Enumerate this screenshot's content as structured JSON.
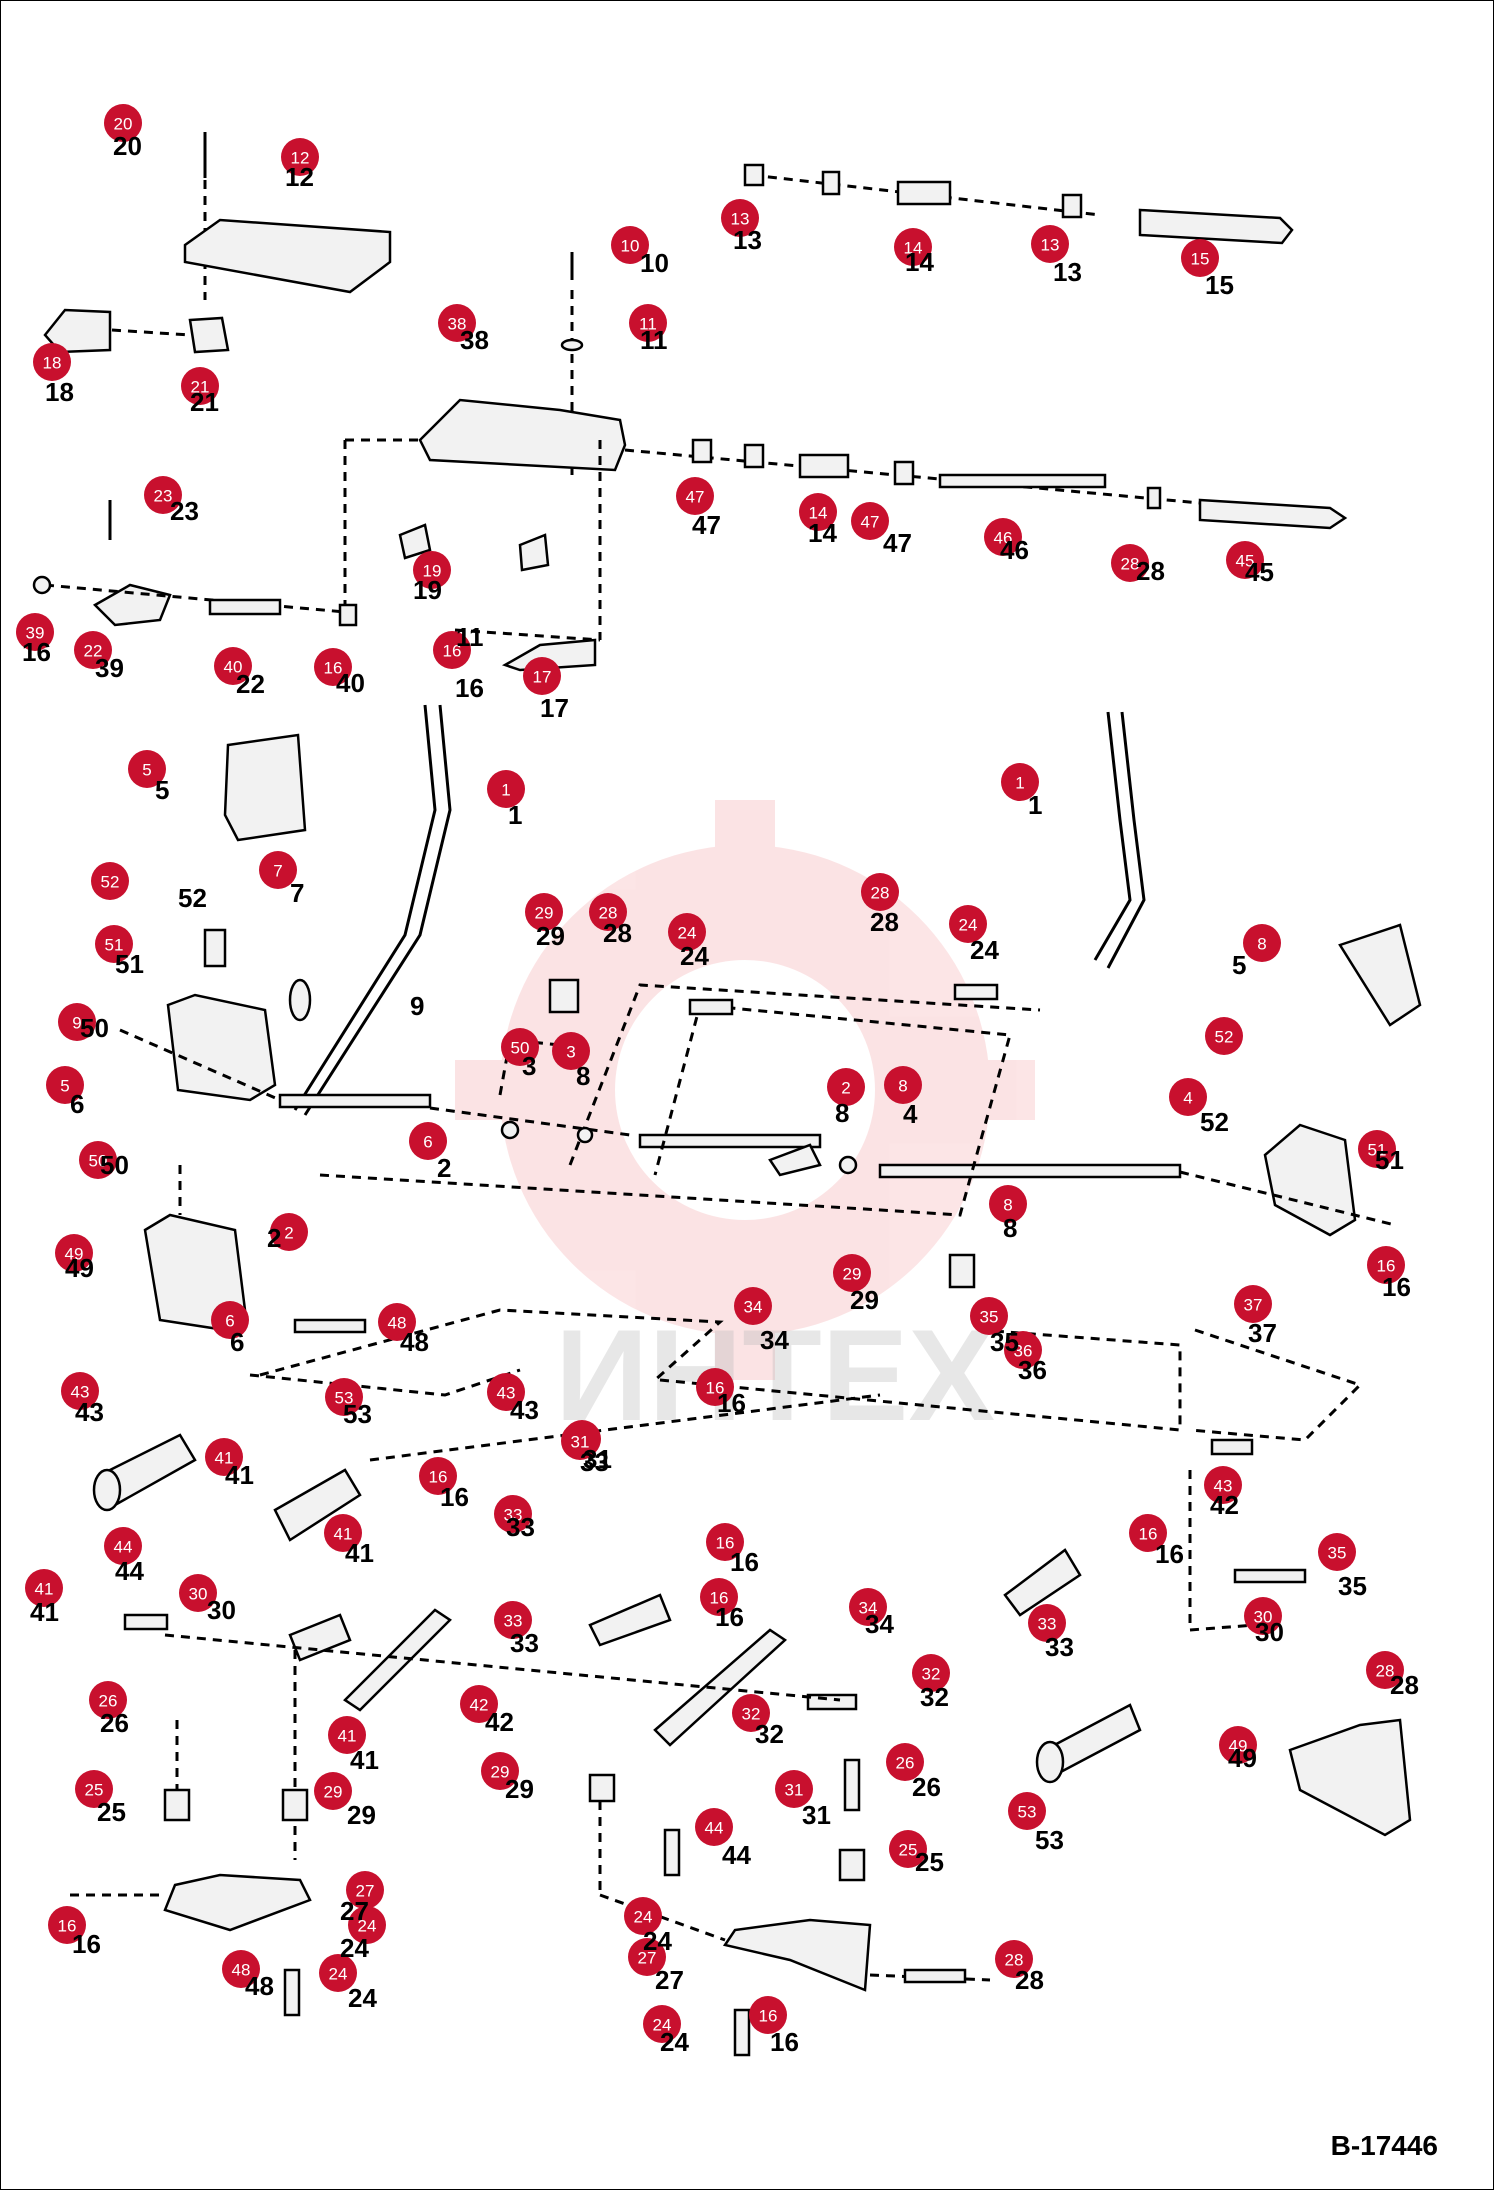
{
  "figure_code": "B-17446",
  "watermark": {
    "text": "ИНТЕХ",
    "color": "#e8333a"
  },
  "colors": {
    "bubble": "#c8102e",
    "bubble_text": "#ffffff",
    "line": "#000000"
  },
  "callouts": [
    "20",
    "12",
    "13",
    "14",
    "13",
    "15",
    "10",
    "11",
    "38",
    "18",
    "21",
    "23",
    "47",
    "14",
    "47",
    "46",
    "28",
    "45",
    "19",
    "16",
    "39",
    "22",
    "40",
    "16",
    "17",
    "5",
    "1",
    "1",
    "7",
    "52",
    "29",
    "28",
    "24",
    "28",
    "24",
    "51",
    "9",
    "50",
    "3",
    "8",
    "5",
    "52",
    "6",
    "2",
    "8",
    "4",
    "51",
    "50",
    "2",
    "8",
    "49",
    "16",
    "29",
    "6",
    "48",
    "37",
    "34",
    "35",
    "16",
    "36",
    "43",
    "43",
    "53",
    "33",
    "41",
    "31",
    "44",
    "43",
    "16",
    "33",
    "16",
    "16",
    "41",
    "30",
    "16",
    "41",
    "35",
    "33",
    "30",
    "34",
    "33",
    "42",
    "32",
    "41",
    "32",
    "26",
    "29",
    "31",
    "29",
    "26",
    "25",
    "44",
    "25",
    "27",
    "53",
    "24",
    "28",
    "49",
    "48",
    "16",
    "24",
    "27",
    "28",
    "24",
    "24",
    "16"
  ],
  "labels": [
    "20",
    "12",
    "13",
    "14",
    "13",
    "15",
    "10",
    "11",
    "38",
    "18",
    "21",
    "23",
    "47",
    "14",
    "47",
    "46",
    "28",
    "45",
    "19",
    "11",
    "16",
    "39",
    "22",
    "40",
    "16",
    "17",
    "5",
    "1",
    "1",
    "7",
    "52",
    "29",
    "28",
    "24",
    "28",
    "24",
    "51",
    "9",
    "50",
    "3",
    "8",
    "5",
    "6",
    "2",
    "8",
    "4",
    "52",
    "51",
    "50",
    "2",
    "8",
    "49",
    "16",
    "29",
    "6",
    "48",
    "37",
    "34",
    "35",
    "16",
    "36",
    "43",
    "43",
    "53",
    "33",
    "41",
    "31",
    "44",
    "42",
    "16",
    "33",
    "16",
    "16",
    "41",
    "30",
    "16",
    "41",
    "35",
    "33",
    "30",
    "34",
    "33",
    "42",
    "32",
    "41",
    "32",
    "26",
    "29",
    "31",
    "29",
    "26",
    "25",
    "44",
    "25",
    "27",
    "53",
    "24",
    "28",
    "49",
    "48",
    "16",
    "24",
    "27",
    "28",
    "24",
    "24",
    "16"
  ]
}
